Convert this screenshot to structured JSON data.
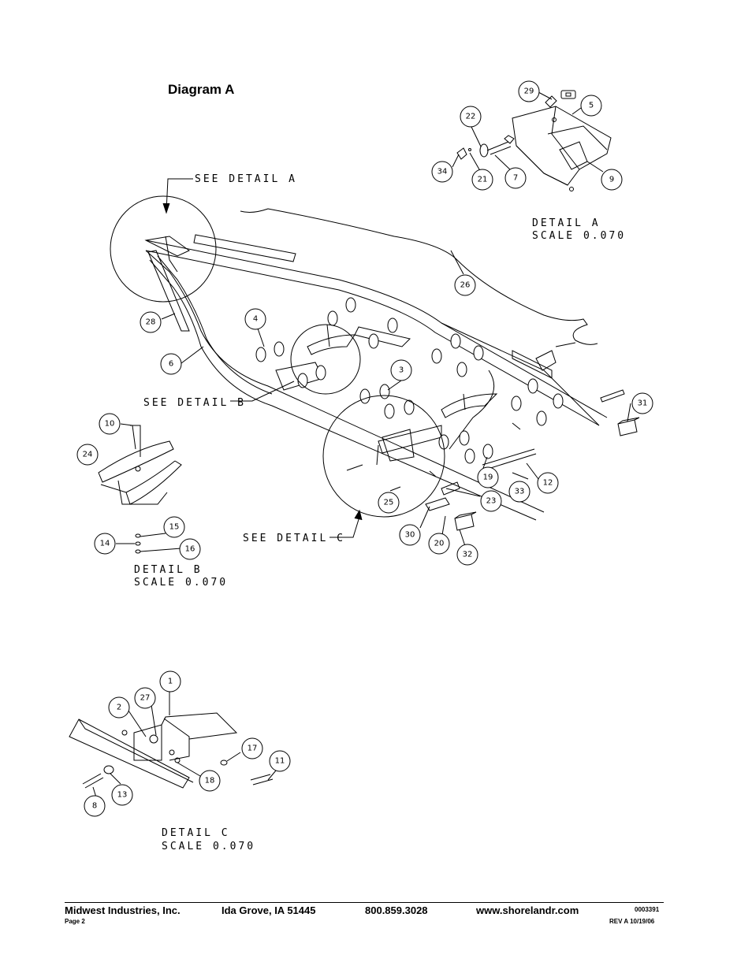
{
  "title": "Diagram A",
  "detail_a": {
    "callout": "SEE DETAIL  A",
    "name": "DETAIL  A",
    "scale": "SCALE  0.070"
  },
  "detail_b": {
    "callout": "SEE DETAIL  B",
    "name": "DETAIL  B",
    "scale": "SCALE  0.070"
  },
  "detail_c": {
    "callout": "SEE DETAIL  C",
    "name": "DETAIL  C",
    "scale": "SCALE  0.070"
  },
  "part_labels": [
    "29",
    "5",
    "22",
    "34",
    "21",
    "7",
    "9",
    "26",
    "28",
    "6",
    "4",
    "3",
    "31",
    "10",
    "24",
    "15",
    "14",
    "16",
    "25",
    "19",
    "12",
    "33",
    "23",
    "30",
    "20",
    "32",
    "1",
    "27",
    "2",
    "17",
    "11",
    "18",
    "8",
    "13"
  ],
  "footer": {
    "company": "Midwest Industries, Inc.",
    "city": "Ida Grove, IA  51445",
    "phone": "800.859.3028",
    "website": "www.shorelandr.com",
    "page": "Page 2",
    "doc_number": "0003391",
    "revision": "REV A  10/19/06"
  }
}
